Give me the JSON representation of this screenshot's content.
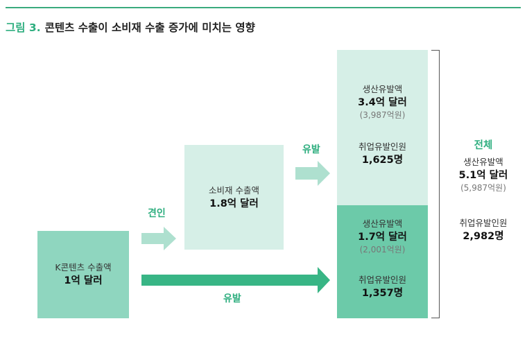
{
  "figure": {
    "number": "그림 3.",
    "title": "콘텐츠 수출이 소비재 수출 증가에 미치는 영향"
  },
  "k_content": {
    "label": "K콘텐츠 수출액",
    "value": "1억 달러"
  },
  "consumer_goods": {
    "label": "소비재 수출액",
    "value": "1.8억 달러"
  },
  "arrows": {
    "k_to_consumer": "견인",
    "consumer_to_top": "유발",
    "k_to_bottom": "유발"
  },
  "top_col": {
    "production": {
      "label": "생산유발액",
      "value": "3.4억 달러",
      "sub": "(3,987억원)"
    },
    "employment": {
      "label": "취업유발인원",
      "value": "1,625명"
    }
  },
  "bottom_col": {
    "production": {
      "label": "생산유발액",
      "value": "1.7억 달러",
      "sub": "(2,001억원)"
    },
    "employment": {
      "label": "취업유발인원",
      "value": "1,357명"
    }
  },
  "total": {
    "title": "전체",
    "production": {
      "label": "생산유발액",
      "value": "5.1억 달러",
      "sub": "(5,987억원)"
    },
    "employment": {
      "label": "취업유발인원",
      "value": "2,982명"
    }
  },
  "colors": {
    "accent": "#2eae7f",
    "light": "#d6efe7",
    "medium": "#8fd6bf",
    "dark": "#6ccaa9",
    "arrow_light": "#aee0cf",
    "arrow_dark": "#38b585"
  }
}
